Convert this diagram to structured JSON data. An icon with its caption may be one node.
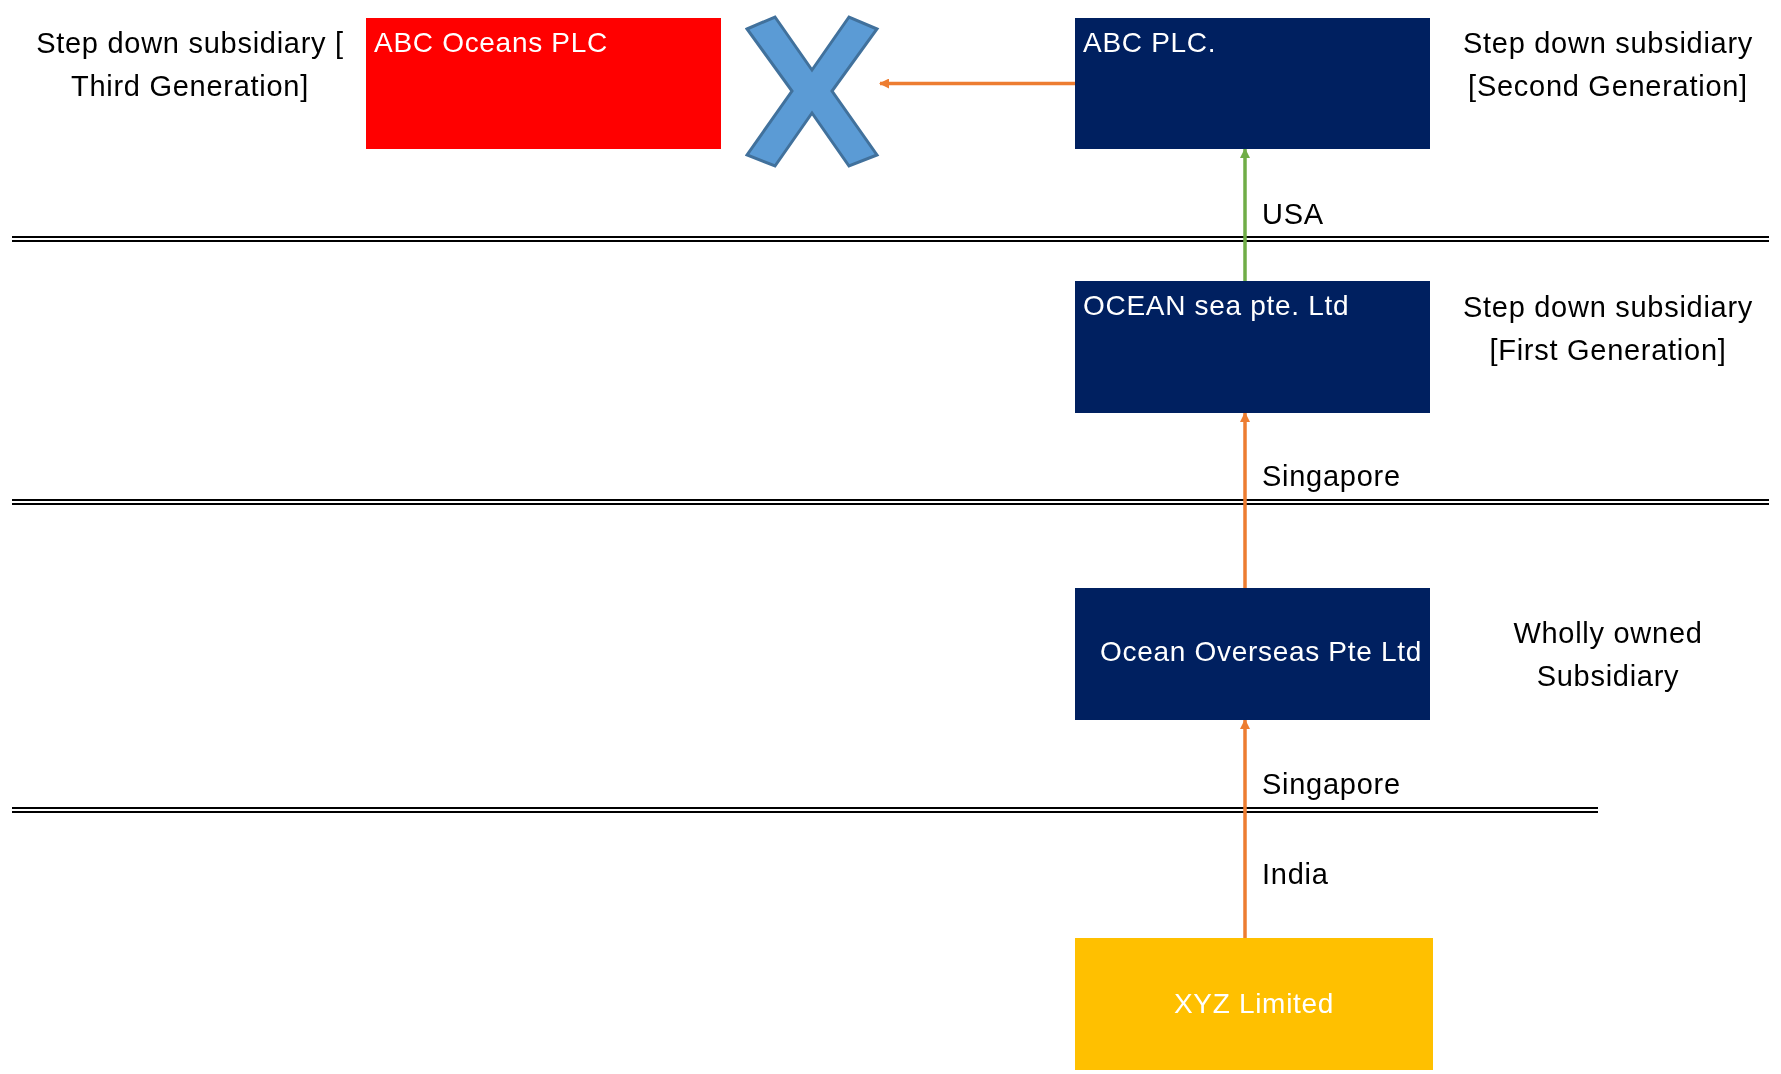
{
  "diagram": {
    "nodes": [
      {
        "text": [
          "ABC Oceans PLC"
        ],
        "beside": [
          "Step down subsidiary [ Third Generation]"
        ]
      },
      {
        "text": [],
        "shape": "cross"
      },
      {
        "text": [
          "ABC PLC."
        ],
        "beside": [
          "Step down subsidiary [Second Generation]"
        ]
      },
      {
        "text": [
          "OCEAN sea pte. Ltd"
        ],
        "beside": [
          "Step down subsidiary [First Generation]"
        ]
      },
      {
        "text": [
          "Ocean Overseas Pte Ltd"
        ],
        "beside": [
          "Wholly owned Subsidiary"
        ]
      },
      {
        "text": [
          "XYZ Limited"
        ]
      }
    ],
    "edges": [
      {
        "from": 2,
        "to": 1,
        "arrow": "to"
      },
      {
        "from": 3,
        "to": 2,
        "arrow": "to",
        "color": "#70ad47"
      },
      {
        "from": 4,
        "to": 3,
        "arrow": "to"
      },
      {
        "from": 5,
        "to": 4,
        "arrow": "to"
      }
    ],
    "labels": [
      "USA",
      "Singapore",
      "Singapore",
      "India"
    ]
  }
}
